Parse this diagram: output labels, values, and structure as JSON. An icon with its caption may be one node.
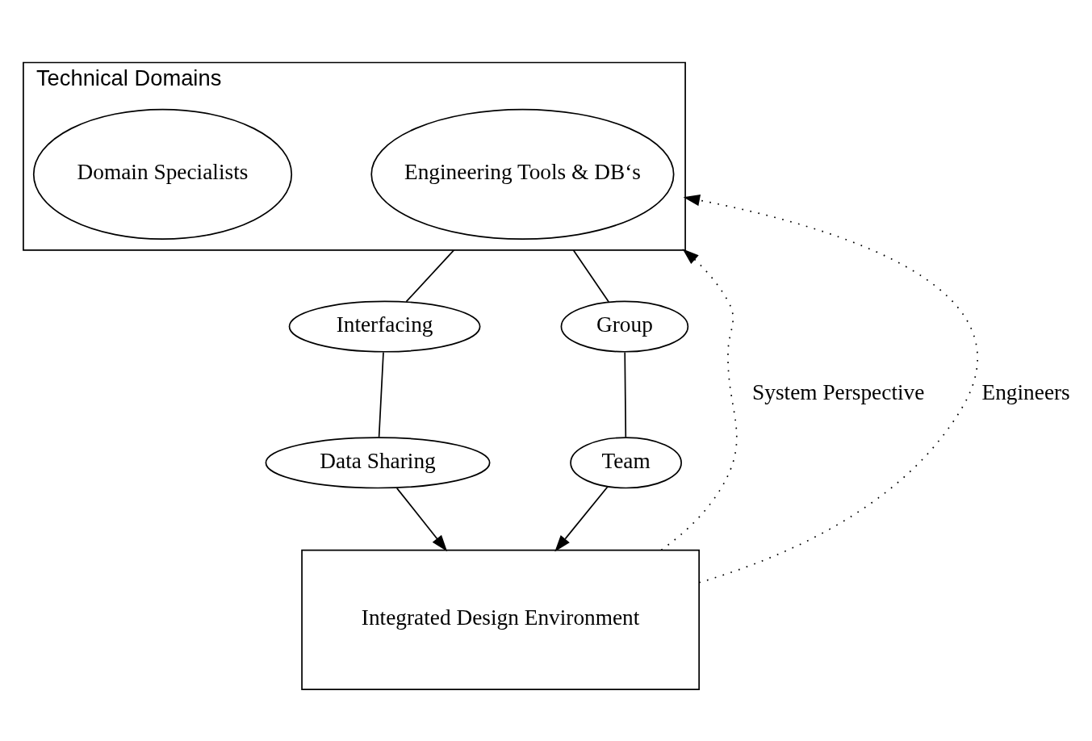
{
  "diagram": {
    "nodes": [
      {
        "text": [
          "Technical Domains"
        ]
      },
      {
        "text": [
          "Engineering Tools & DB‘s"
        ],
        "in": 0
      },
      {
        "text": [
          "Domain Specialists"
        ],
        "in": 0
      },
      {
        "text": [
          "Interfacing"
        ]
      },
      {
        "text": [
          "Group"
        ]
      },
      {
        "text": [
          "Data Sharing"
        ]
      },
      {
        "text": [
          "Team"
        ]
      },
      {
        "text": [
          "Integrated Design Environment"
        ]
      }
    ],
    "edges": [
      {
        "from": 0,
        "to": 3,
        "arrow": "none"
      },
      {
        "from": 3,
        "to": 5,
        "arrow": "none"
      },
      {
        "from": 5,
        "to": 7,
        "arrow": "to"
      },
      {
        "from": 0,
        "to": 4,
        "arrow": "none"
      },
      {
        "from": 4,
        "to": 6,
        "arrow": "none"
      },
      {
        "from": 6,
        "to": 7,
        "arrow": "to"
      },
      {
        "from": 7,
        "to": 0,
        "arrow": "to",
        "label": "System Perspective",
        "style": "dashed"
      },
      {
        "from": 7,
        "to": 0,
        "arrow": "to",
        "label": "Engineers",
        "style": "dashed"
      }
    ]
  }
}
